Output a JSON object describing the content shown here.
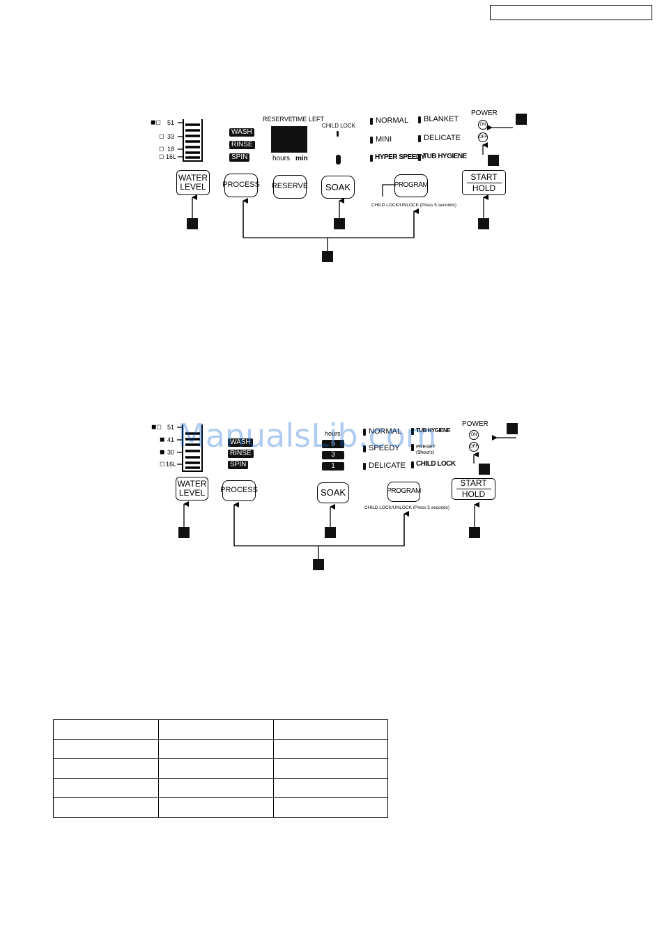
{
  "panel1": {
    "water_levels": [
      "51",
      "33",
      "18",
      "16L"
    ],
    "process_tags": [
      "WASH",
      "RINSE",
      "SPIN"
    ],
    "display": {
      "heading_left": "RESERVE",
      "heading_right": "TIME LEFT",
      "unit_left": "hours",
      "unit_right": "min"
    },
    "child_lock": "CHILD LOCK",
    "programs": [
      "NORMAL",
      "BLANKET",
      "MINI",
      "DELICATE",
      "HYPER SPEEDY",
      "TUB HYGIENE"
    ],
    "power": {
      "label": "POWER",
      "on": "ON",
      "off": "OFF"
    },
    "buttons": {
      "water_level_1": "WATER",
      "water_level_2": "LEVEL",
      "process": "PROCESS",
      "reserve": "RESERVE",
      "soak": "SOAK",
      "program": "PROGRAM",
      "start": "START",
      "hold": "HOLD"
    },
    "program_note": "CHILD LOCK/UNLOCK (Press 5 seconds)"
  },
  "panel2": {
    "water_levels": [
      "51",
      "41",
      "30",
      "16L"
    ],
    "process_tags": [
      "WASH",
      "RINSE",
      "SPIN"
    ],
    "soak_hours_label": "hours",
    "soak_hours": [
      "5",
      "3",
      "1"
    ],
    "programs": [
      "NORMAL",
      "TUB HYGIENE",
      "SPEEDY",
      "PRESET (9hours)",
      "DELICATE",
      "CHILD LOCK"
    ],
    "power": {
      "label": "POWER",
      "on": "ON",
      "off": "OFF"
    },
    "buttons": {
      "water_level_1": "WATER",
      "water_level_2": "LEVEL",
      "process": "PROCESS",
      "soak": "SOAK",
      "program": "PROGRAM",
      "start": "START",
      "hold": "HOLD"
    },
    "program_note": "CHILD LOCK/UNLOCK (Press 5 seconds)"
  },
  "watermark": "ManualsLib.com",
  "table": {
    "rows": 5,
    "cols": 3
  }
}
